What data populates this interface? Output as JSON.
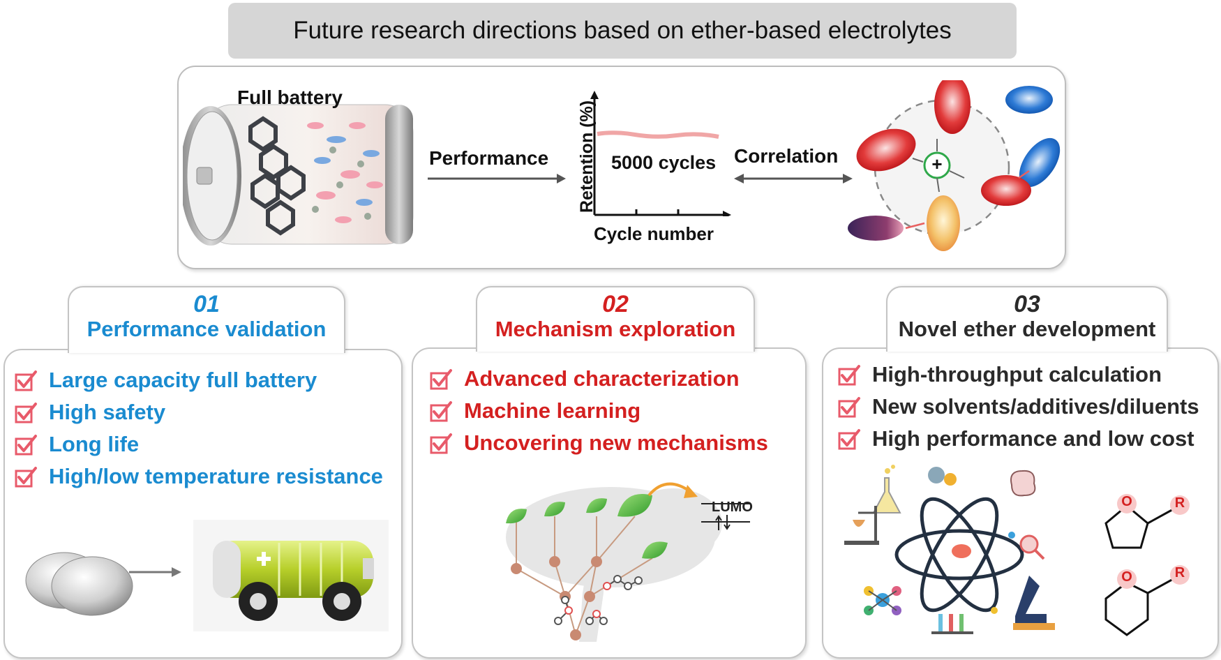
{
  "title": "Future research directions based on ether-based electrolytes",
  "top": {
    "battery_label": "Full battery",
    "performance_label": "Performance",
    "y_axis_label": "Retention (%)",
    "x_axis_label": "Cycle number",
    "cycles_label": "5000 cycles",
    "correlation_label": "Correlation",
    "center_symbol": "+"
  },
  "cards": [
    {
      "number": "01",
      "heading": "Performance validation",
      "color": "#1a8bd0",
      "items": [
        "Large capacity full battery",
        "High safety",
        "Long life",
        "High/low temperature resistance"
      ]
    },
    {
      "number": "02",
      "heading": "Mechanism exploration",
      "color": "#d42020",
      "items": [
        "Advanced characterization",
        "Machine learning",
        "Uncovering new mechanisms"
      ],
      "lumo_label": "LUMO"
    },
    {
      "number": "03",
      "heading": "Novel ether development",
      "color": "#2a2a2a",
      "items": [
        "High-throughput calculation",
        "New solvents/additives/diluents",
        "High performance and low cost"
      ],
      "ring_atom": "O",
      "ring_substituent": "R"
    }
  ],
  "colors": {
    "check": "#e85a6a",
    "blue": "#1a8bd0",
    "red": "#d42020",
    "gray_border": "#c4c4c4"
  }
}
